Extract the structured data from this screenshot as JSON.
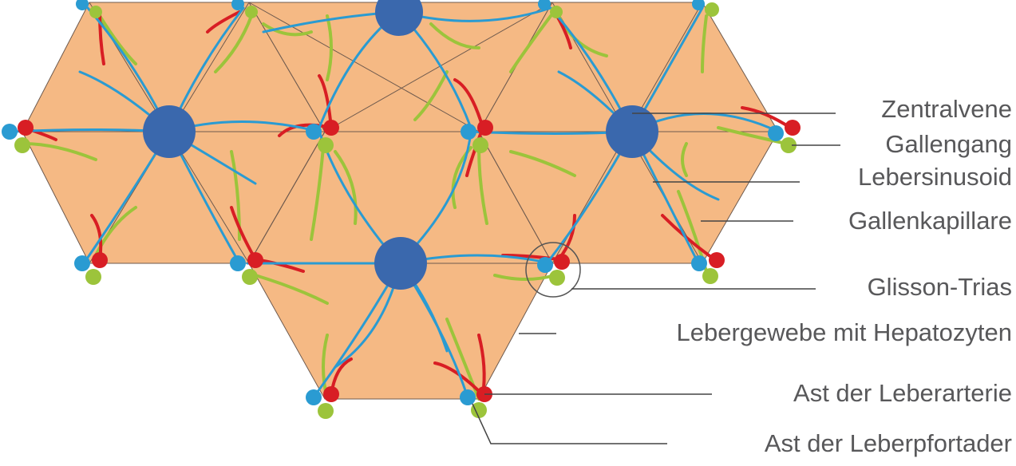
{
  "colors": {
    "tissue": "#f5b984",
    "edge": "#6e5a4e",
    "central_vein": "#3a68ad",
    "sinusoid": "#2a9bd2",
    "artery": "#d81e24",
    "bile": "#9cc43b",
    "label_line": "#444444",
    "label_text": "#58585a"
  },
  "labels": {
    "zentralvene": "Zentralvene",
    "gallengang": "Gallengang",
    "lebersinusoid": "Lebersinusoid",
    "gallenkapillare": "Gallenkapillare",
    "glisson": "Glisson-Trias",
    "lebergewebe": "Lebergewebe mit Hepatozyten",
    "leberarterie": "Ast der Leberarterie",
    "leberpfortader": "Ast der Leberpfortader"
  }
}
